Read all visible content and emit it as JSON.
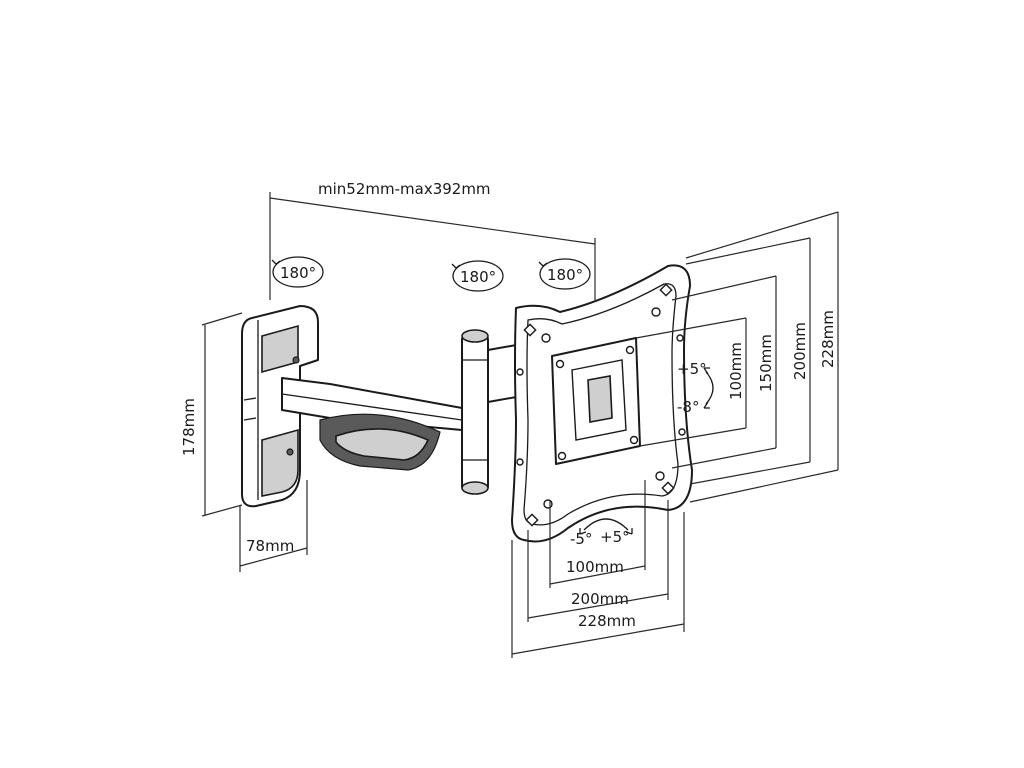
{
  "labels": {
    "extension": "min52mm-max392mm",
    "swivel_left": "180°",
    "swivel_mid": "180°",
    "swivel_right": "180°",
    "wall_plate_height": "178mm",
    "wall_plate_width": "78mm",
    "tilt_up": "+5°",
    "tilt_down": "-8°",
    "rotate_left": "-5°",
    "rotate_right": "+5°",
    "vesa_v_100": "100mm",
    "vesa_v_150": "150mm",
    "vesa_v_200": "200mm",
    "vesa_v_228": "228mm",
    "vesa_h_100": "100mm",
    "vesa_h_200": "200mm",
    "vesa_h_228": "228mm"
  },
  "colors": {
    "line": "#1a1a1a",
    "shade": "#cfcfcf",
    "dark": "#5a5a5a",
    "background": "#ffffff"
  }
}
